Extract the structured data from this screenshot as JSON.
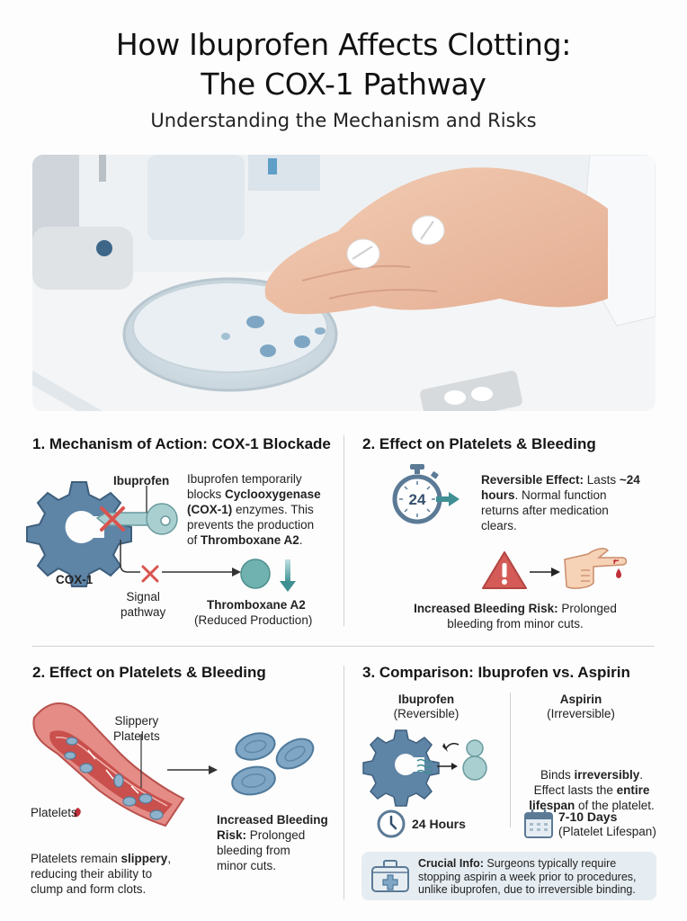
{
  "header": {
    "title_line1": "How Ibuprofen Affects Clotting:",
    "title_line2": "The COX-1 Pathway",
    "subtitle": "Understanding the Mechanism and Risks"
  },
  "hero_image": {
    "description": "Hand holding two white tablets over a glass petri dish in a lab setting"
  },
  "section1": {
    "title": "1. Mechanism of Action: COX-1 Blockade",
    "ibuprofen_label": "Ibuprofen",
    "cox1_label": "COX-1",
    "signal_label_1": "Signal",
    "signal_label_2": "pathway",
    "thromboxane_label": "Thromboxane A2",
    "thromboxane_sub": "(Reduced Production)",
    "desc": {
      "p1": "Ibuprofen temporarily",
      "p2a": "blocks ",
      "p2b": "Cyclooxygenase",
      "p3a": "(COX-1)",
      "p3b": " enzymes. This",
      "p4": "prevents the production",
      "p5a": "of ",
      "p5b": "Thromboxane A2",
      "p5c": "."
    },
    "icons": [
      "gear-icon",
      "key-icon",
      "x-mark-icon",
      "circle-molecule-icon",
      "arrow-down-icon"
    ],
    "colors": {
      "gear": "#5e84a6",
      "key": "#a9cfd1",
      "x": "#d9544f",
      "molecule": "#6fb2b0"
    }
  },
  "section2a": {
    "title": "2. Effect on Platelets & Bleeding",
    "timer_value": "24",
    "reversible": {
      "bold": "Reversible Effect:",
      "t1": " Lasts ",
      "t1b": "~24",
      "t2b": "hours",
      "t2": ". Normal function",
      "t3": "returns after medication",
      "t4": "clears."
    },
    "risk": {
      "bold": "Increased Bleeding Risk:",
      "t1": " Prolonged",
      "t2": "bleeding from minor cuts."
    },
    "icons": [
      "stopwatch-icon",
      "warning-icon",
      "arrow-right-icon",
      "bleeding-finger-icon"
    ]
  },
  "section2b": {
    "title": "2. Effect on Platelets & Bleeding",
    "slippery_label_1": "Slippery",
    "slippery_label_2": "Platelets",
    "platelets_label": "Platelets",
    "desc": {
      "l1a": "Platelets remain ",
      "l1b": "slippery",
      "l1c": ",",
      "l2": "reducing their ability to",
      "l3": "clump and form clots."
    },
    "risk": {
      "l1": "Increased Bleeding",
      "l2a": "Risk:",
      "l2b": " Prolonged",
      "l3": "bleeding from",
      "l4": "minor cuts."
    },
    "icons": [
      "blood-vessel-icon",
      "platelet-cells-icon"
    ]
  },
  "section3": {
    "title": "3. Comparison: Ibuprofen vs. Aspirin",
    "ibuprofen": {
      "name": "Ibuprofen",
      "type": "(Reversible)",
      "duration": "24 Hours"
    },
    "aspirin": {
      "name": "Aspirin",
      "type": "(Irreversible)",
      "d1a": "Binds ",
      "d1b": "irreversibly",
      "d1c": ".",
      "d2a": "Effect lasts the ",
      "d2b": "entire",
      "d3a": "lifespan",
      "d3b": " of the platelet.",
      "duration": "7-10 Days",
      "duration_sub": "(Platelet Lifespan)"
    },
    "info": {
      "bold": "Crucial Info:",
      "l1": " Surgeons typically require",
      "l2": "stopping aspirin a week prior to procedures,",
      "l3": "unlike ibuprofen, due to irreversible binding."
    },
    "icons": [
      "gear-reversible-icon",
      "clock-icon",
      "calendar-icon",
      "medical-kit-icon"
    ]
  }
}
